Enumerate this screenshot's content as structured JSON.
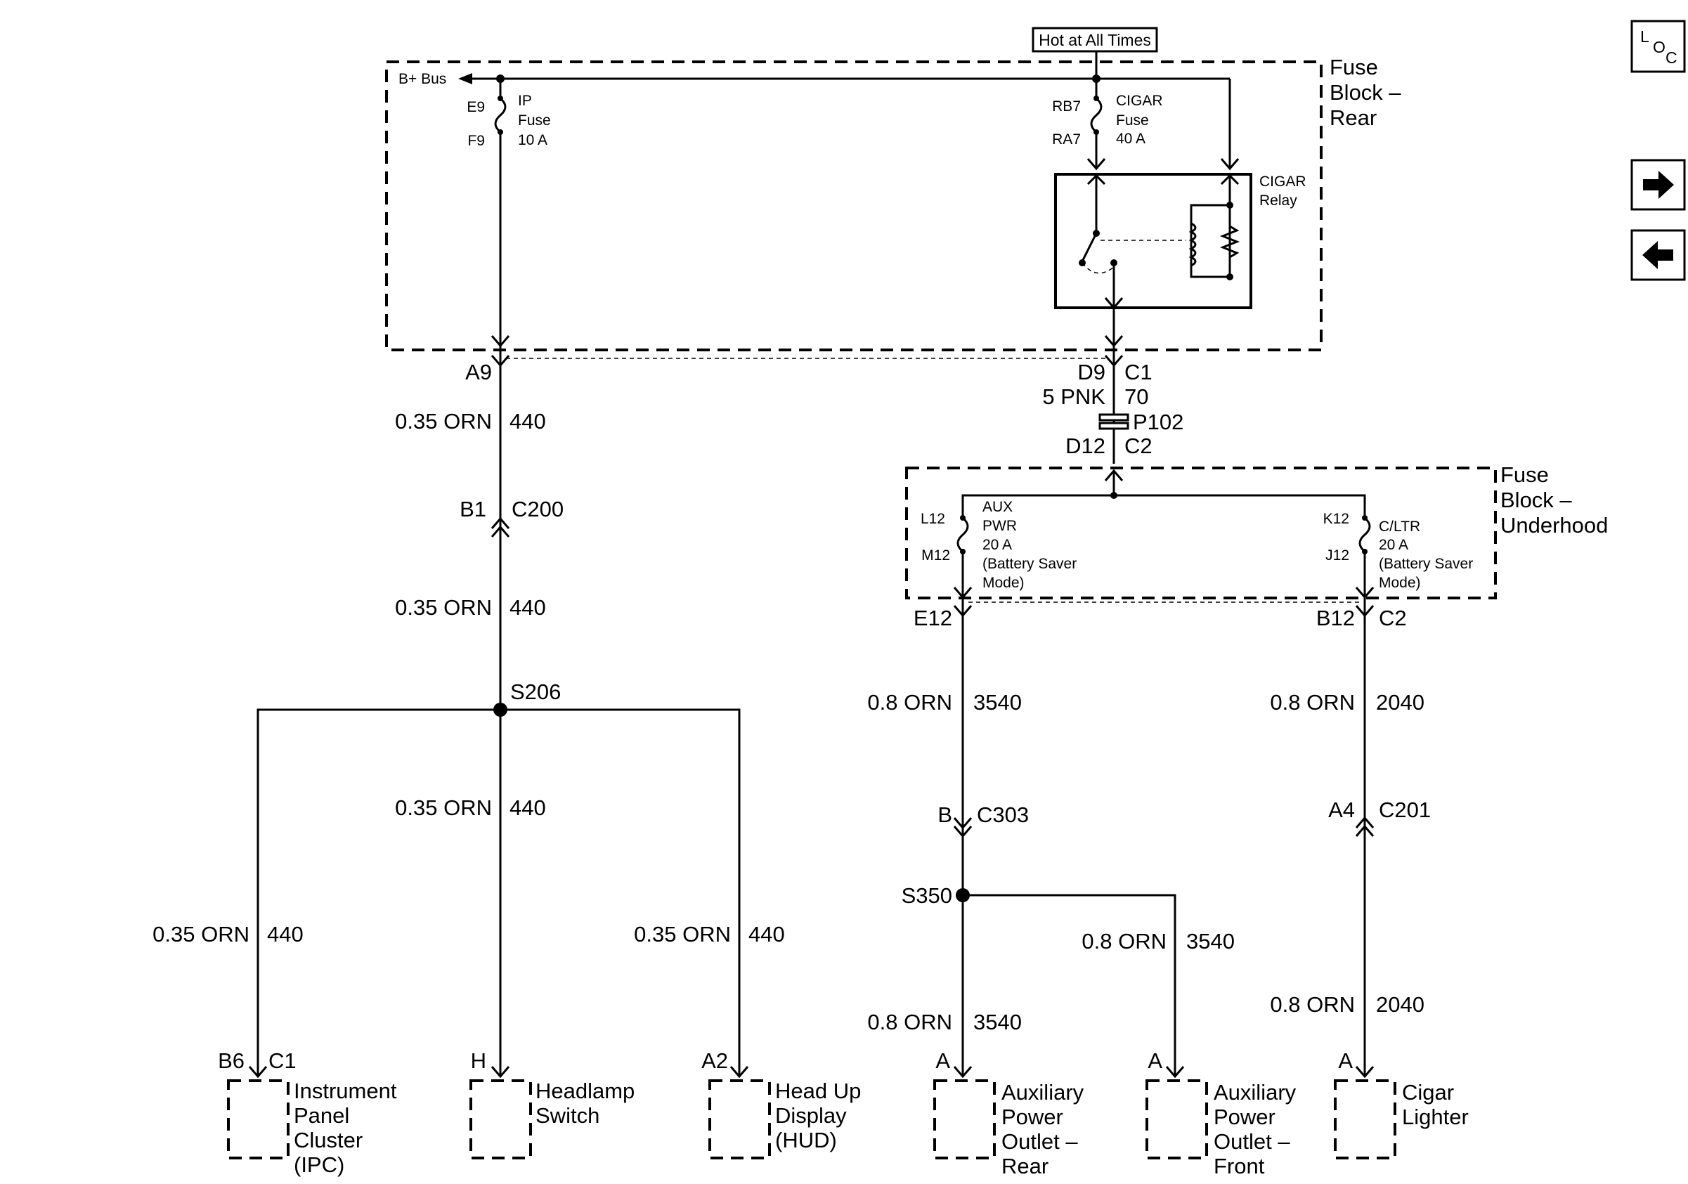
{
  "labels": {
    "hot": "Hot at All Times",
    "fuse_block_rear": [
      "Fuse",
      "Block –",
      "Rear"
    ],
    "fuse_block_underhood": [
      "Fuse",
      "Block –",
      "Underhood"
    ],
    "bbus": "B+ Bus",
    "ip_fuse": {
      "t1": "IP",
      "t2": "Fuse",
      "t3": "10 A",
      "top": "E9",
      "bot": "F9"
    },
    "cigar_fuse": {
      "t1": "CIGAR",
      "t2": "Fuse",
      "t3": "40 A",
      "top": "RB7",
      "bot": "RA7"
    },
    "cigar_relay": [
      "CIGAR",
      "Relay"
    ],
    "aux_fuse": {
      "t1": "AUX",
      "t2": "PWR",
      "t3": "20 A",
      "t4": "(Battery Saver",
      "t5": "Mode)",
      "top": "L12",
      "bot": "M12"
    },
    "cltr_fuse": {
      "t1": "C/LTR",
      "t2": "20 A",
      "t3": "(Battery Saver",
      "t4": "Mode)",
      "top": "K12",
      "bot": "J12"
    },
    "a9": "A9",
    "d9": "D9",
    "c1": "C1",
    "pnk": "5 PNK",
    "c70": "70",
    "p102": "P102",
    "d12": "D12",
    "c2": "C2",
    "e12": "E12",
    "b12": "B12",
    "c2b": "C2",
    "b1": "B1",
    "c200": "C200",
    "s206": "S206",
    "s350": "S350",
    "b": "B",
    "c303": "C303",
    "a4": "A4",
    "c201": "C201",
    "orn035": "0.35 ORN",
    "c440": "440",
    "orn08": "0.8 ORN",
    "c3540": "3540",
    "c2040": "2040",
    "b6": "B6",
    "c1b": "C1",
    "h": "H",
    "a2": "A2",
    "a": "A",
    "ipc": [
      "Instrument",
      "Panel",
      "Cluster",
      "(IPC)"
    ],
    "headlamp": [
      "Headlamp",
      "Switch"
    ],
    "hud": [
      "Head Up",
      "Display",
      "(HUD)"
    ],
    "aux_rear": [
      "Auxiliary",
      "Power",
      "Outlet –",
      "Rear"
    ],
    "aux_front": [
      "Auxiliary",
      "Power",
      "Outlet –",
      "Front"
    ],
    "cigar_lighter": [
      "Cigar",
      "Lighter"
    ],
    "loc": {
      "l": "L",
      "o": "O",
      "c": "C"
    }
  },
  "nav": {
    "forward_icon": "arrow-right-icon",
    "back_icon": "arrow-left-icon"
  }
}
